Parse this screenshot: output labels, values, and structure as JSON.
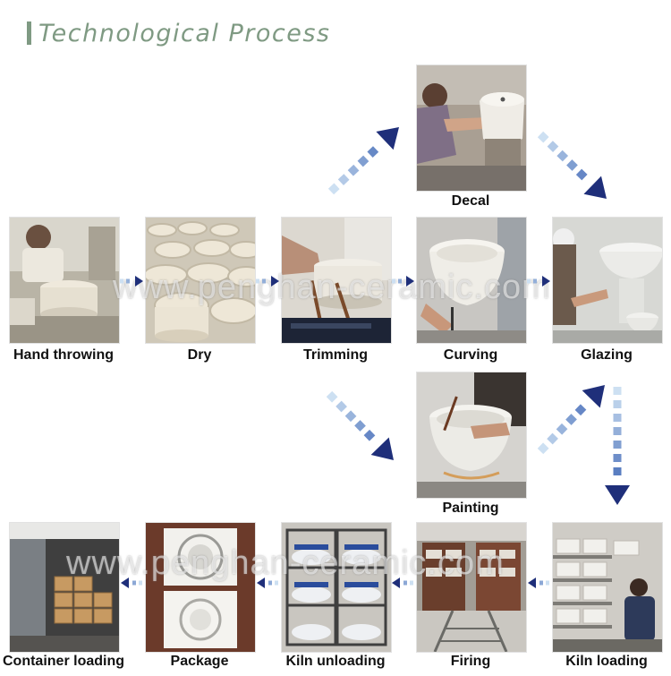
{
  "header": {
    "title": "Technological Process",
    "accent_color": "#7f9a83"
  },
  "watermark": "www.penghan-ceramic.com",
  "arrow_color": "#1f2f7a",
  "steps": [
    {
      "label": "Hand throwing"
    },
    {
      "label": "Dry"
    },
    {
      "label": "Trimming"
    },
    {
      "label": "Curving"
    },
    {
      "label": "Glazing"
    },
    {
      "label": "Decal"
    },
    {
      "label": "Painting"
    },
    {
      "label": "Kiln loading"
    },
    {
      "label": "Firing"
    },
    {
      "label": "Kiln unloading"
    },
    {
      "label": "Package"
    },
    {
      "label": "Container loading"
    }
  ]
}
